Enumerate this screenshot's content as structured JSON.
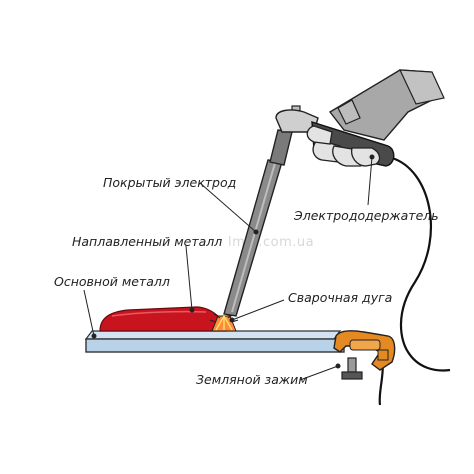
{
  "labels": {
    "coated_electrode": "Покрытый электрод",
    "electrode_holder": "Электрододержатель",
    "deposited_metal": "Наплавленный металл",
    "base_metal": "Основной металл",
    "welding_arc": "Сварочная дуга",
    "ground_clamp": "Земляной зажим"
  },
  "watermark": "lmar.com.ua",
  "colors": {
    "plate_fill": "#b9d2e8",
    "plate_stroke": "#333333",
    "weld_metal": "#c8141e",
    "clamp": "#e58a23",
    "electrode": "#8a8a8a",
    "glove": "#a8a8a8",
    "outline": "#222222"
  }
}
